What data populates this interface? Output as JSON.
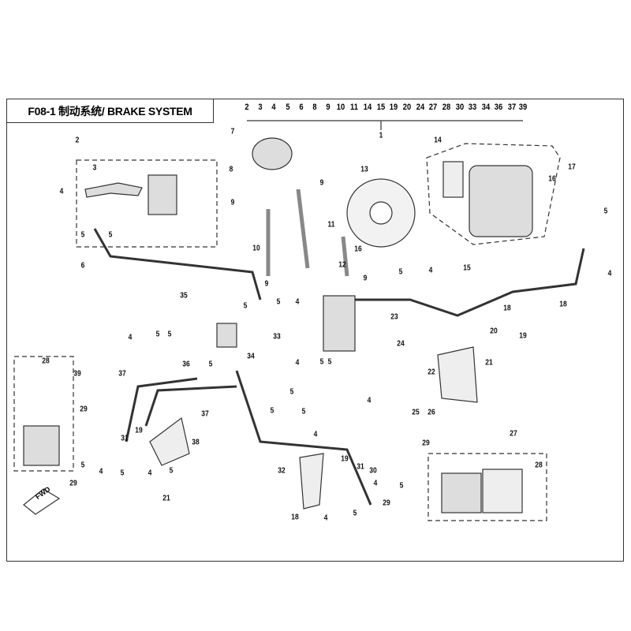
{
  "title": "F08-1 制动系统/ BRAKE SYSTEM",
  "assembly_parts": [
    "2",
    "3",
    "4",
    "5",
    "6",
    "8",
    "9",
    "10",
    "11",
    "14",
    "15",
    "19",
    "20",
    "24",
    "27",
    "28",
    "30",
    "33",
    "34",
    "36",
    "37",
    "39"
  ],
  "callouts": [
    "1",
    "2",
    "3",
    "4",
    "5",
    "5",
    "6",
    "7",
    "8",
    "9",
    "9",
    "10",
    "11",
    "12",
    "13",
    "14",
    "15",
    "16",
    "16",
    "17",
    "5",
    "4",
    "9",
    "9",
    "5",
    "4",
    "35",
    "5",
    "5",
    "4",
    "23",
    "24",
    "33",
    "4",
    "5",
    "5",
    "36",
    "37",
    "34",
    "5",
    "4",
    "5",
    "5",
    "5",
    "4",
    "21",
    "22",
    "25",
    "26",
    "20",
    "18",
    "19",
    "18",
    "28",
    "39",
    "29",
    "31",
    "19",
    "37",
    "38",
    "5",
    "4",
    "5",
    "4",
    "5",
    "21",
    "29",
    "5",
    "5",
    "4",
    "19",
    "31",
    "30",
    "29",
    "27",
    "28",
    "32",
    "4",
    "5",
    "18",
    "4",
    "5",
    "29"
  ],
  "fwd_label": "FWD"
}
